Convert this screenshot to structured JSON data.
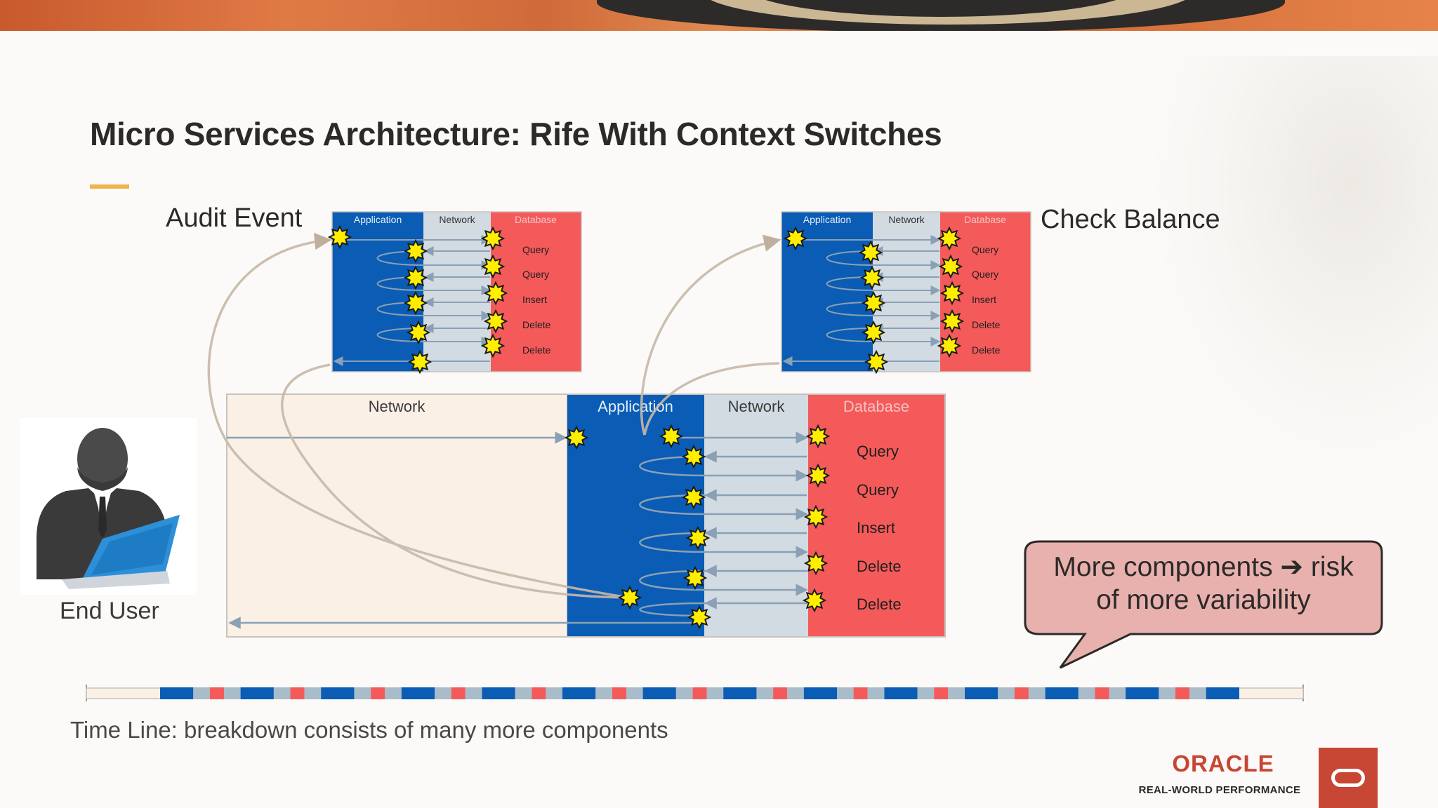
{
  "slide": {
    "title": "Micro Services Architecture: Rife With Context Switches",
    "accent_color": "#f0b44b"
  },
  "labels": {
    "audit_event": "Audit Event",
    "check_balance": "Check Balance",
    "end_user": "End User",
    "timeline_caption": "Time Line: breakdown consists of many more components"
  },
  "small_diagram": {
    "headers": [
      "Application",
      "Network",
      "Database"
    ],
    "operations": [
      "Query",
      "Query",
      "Insert",
      "Delete",
      "Delete"
    ]
  },
  "main_diagram": {
    "client_network_label": "Network",
    "headers": [
      "Application",
      "Network",
      "Database"
    ],
    "operations": [
      "Query",
      "Query",
      "Insert",
      "Delete",
      "Delete"
    ]
  },
  "callout": {
    "line1": "More components ➔ risk",
    "line2": "of more variability"
  },
  "colors": {
    "application": "#0a5cb5",
    "network": "#d2dbe2",
    "database": "#f45a5a",
    "client_network": "#fbf0e6",
    "callout_fill": "#e8b1ad",
    "star": "#ffee00",
    "connector": "#c8b9a8"
  },
  "timeline": {
    "segments": [
      "app",
      "net",
      "db",
      "net",
      "app",
      "net",
      "db",
      "net",
      "app",
      "net",
      "db",
      "net",
      "app",
      "net",
      "db",
      "net",
      "app",
      "net",
      "db",
      "net",
      "app",
      "net",
      "db",
      "net",
      "app",
      "net",
      "db",
      "net",
      "app",
      "net",
      "db",
      "net",
      "app",
      "net",
      "db",
      "net",
      "app",
      "net",
      "db",
      "net",
      "app",
      "net",
      "db",
      "net",
      "app",
      "net",
      "db",
      "net",
      "app",
      "net",
      "db",
      "net",
      "app"
    ]
  },
  "branding": {
    "logo_word": "ORACLE",
    "tagline": "REAL-WORLD PERFORMANCE"
  }
}
